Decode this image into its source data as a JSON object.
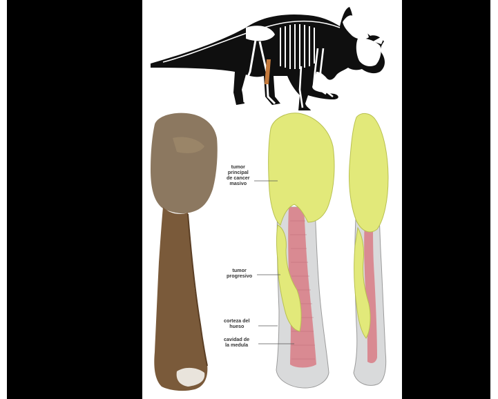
{
  "labels": {
    "main_tumor": [
      "tumor",
      "principal",
      "de cancer",
      "masivo"
    ],
    "progressive_tumor": [
      "tumor",
      "progresivo"
    ],
    "bone_cortex": [
      "corteza del",
      "hueso"
    ],
    "marrow_cavity": [
      "cavidad de",
      "la medula"
    ]
  },
  "colors": {
    "background_bars": "#000000",
    "panel": "#ffffff",
    "tumor": "#e2e97a",
    "marrow": "#d98a92",
    "cortex": "#d9dadb",
    "fossil_bone": "#8c6a48",
    "highlighted_bone": "#c57a3c"
  }
}
